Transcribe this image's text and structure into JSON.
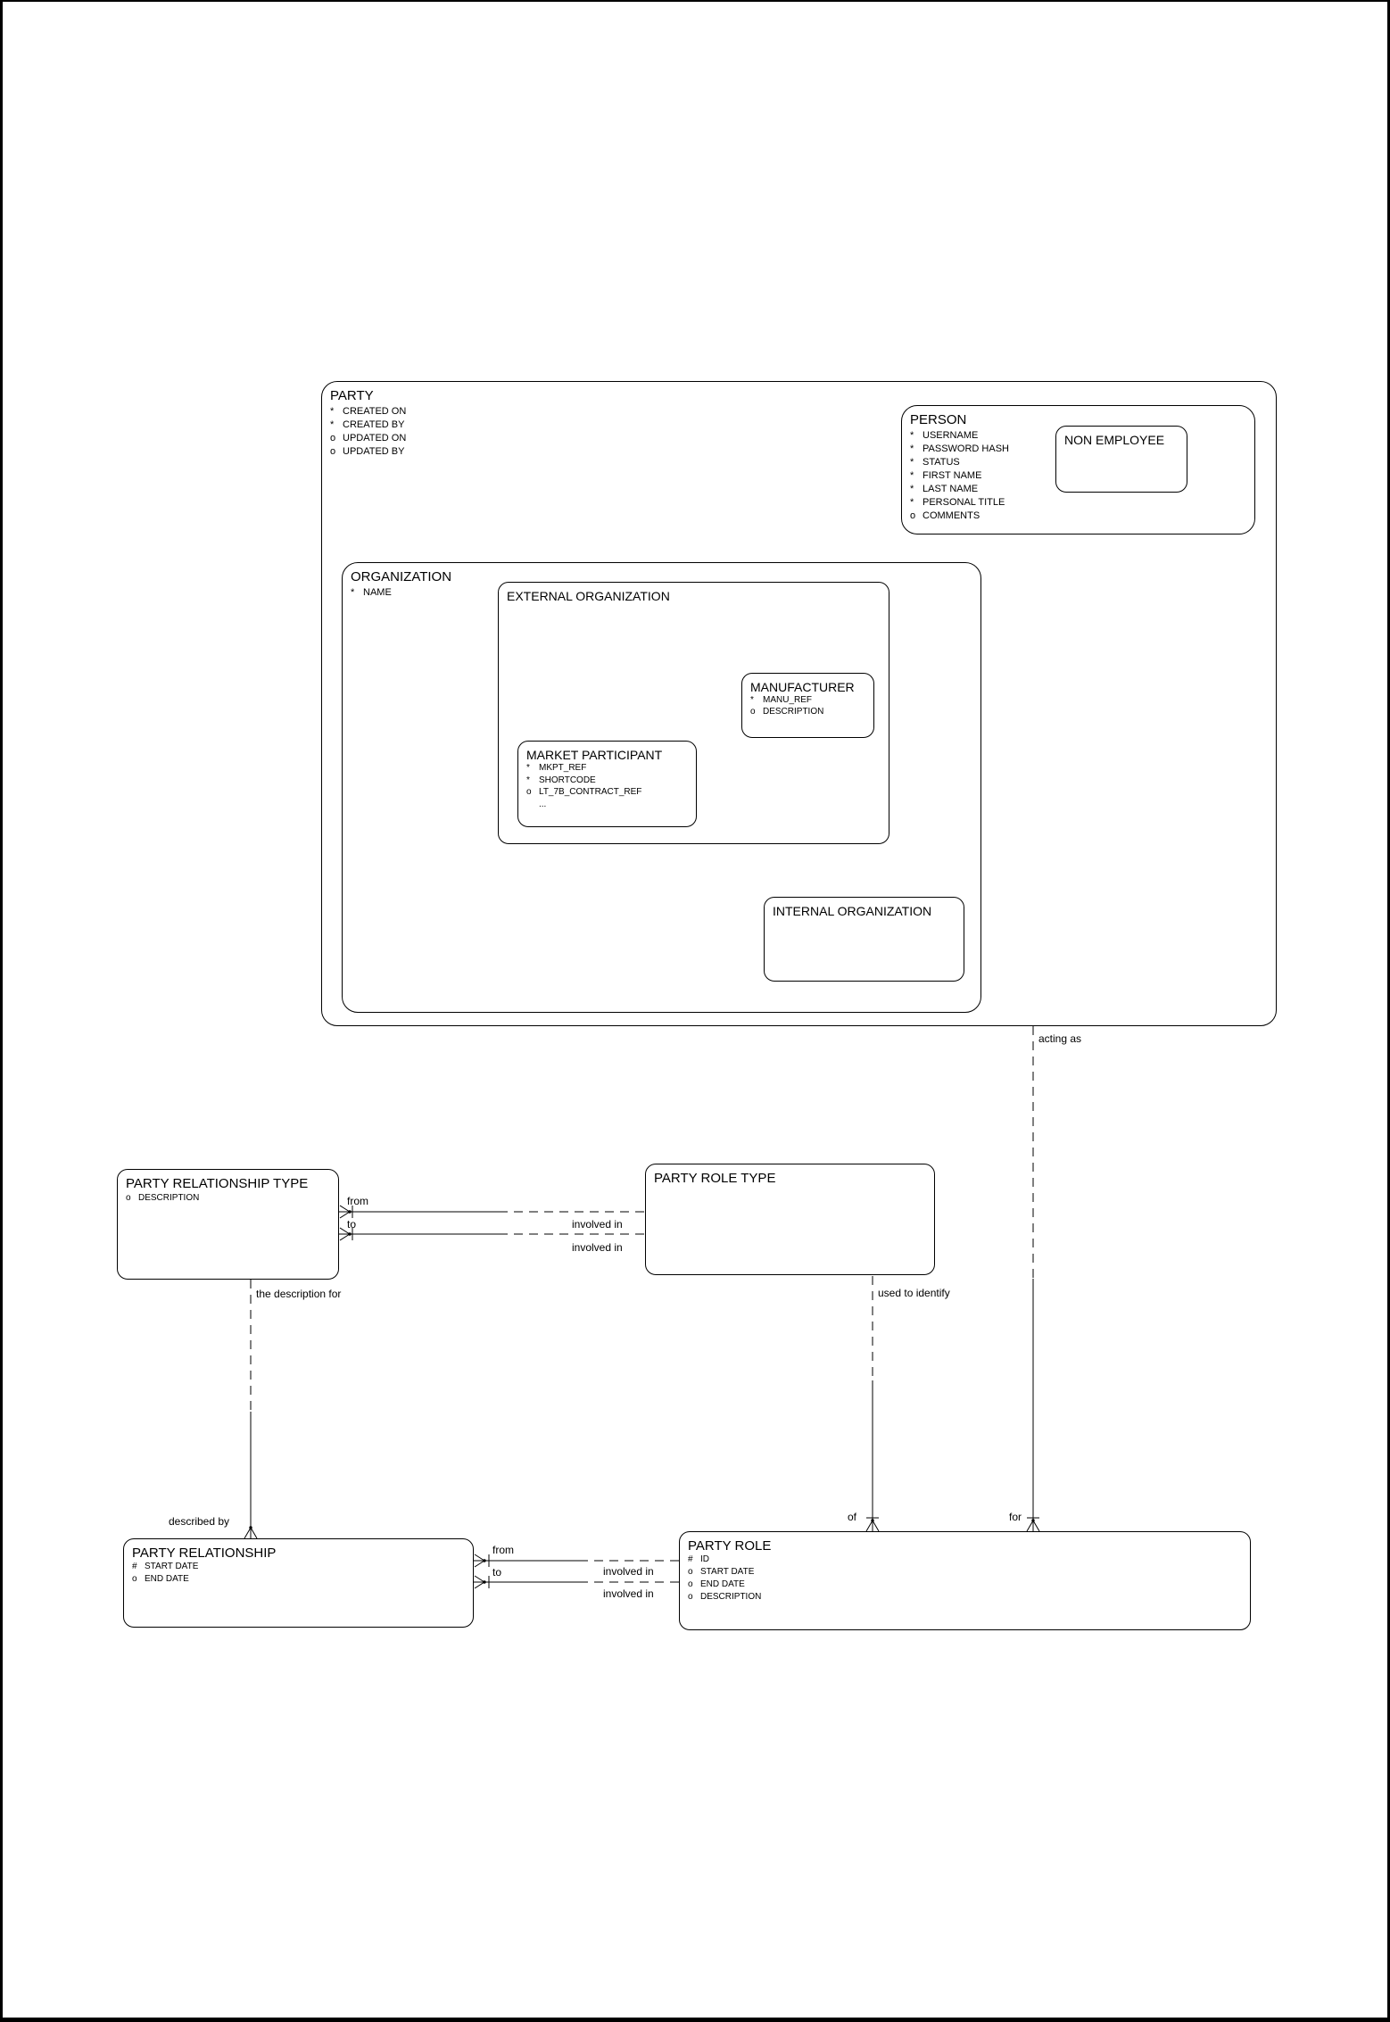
{
  "entities": {
    "party": {
      "title": "PARTY",
      "attributes": [
        {
          "m": "*",
          "n": "CREATED ON"
        },
        {
          "m": "*",
          "n": "CREATED BY"
        },
        {
          "m": "o",
          "n": "UPDATED ON"
        },
        {
          "m": "o",
          "n": "UPDATED BY"
        }
      ]
    },
    "person": {
      "title": "PERSON",
      "attributes": [
        {
          "m": "*",
          "n": "USERNAME"
        },
        {
          "m": "*",
          "n": "PASSWORD HASH"
        },
        {
          "m": "*",
          "n": "STATUS"
        },
        {
          "m": "*",
          "n": "FIRST NAME"
        },
        {
          "m": "*",
          "n": "LAST NAME"
        },
        {
          "m": "*",
          "n": "PERSONAL TITLE"
        },
        {
          "m": "o",
          "n": "COMMENTS"
        }
      ]
    },
    "non_employee": {
      "title": "NON EMPLOYEE"
    },
    "organization": {
      "title": "ORGANIZATION",
      "attributes": [
        {
          "m": "*",
          "n": "NAME"
        }
      ]
    },
    "external_organization": {
      "title": "EXTERNAL ORGANIZATION"
    },
    "manufacturer": {
      "title": "MANUFACTURER",
      "attributes": [
        {
          "m": "*",
          "n": "MANU_REF"
        },
        {
          "m": "o",
          "n": "DESCRIPTION"
        }
      ]
    },
    "market_participant": {
      "title": "MARKET PARTICIPANT",
      "attributes": [
        {
          "m": "*",
          "n": "MKPT_REF"
        },
        {
          "m": "*",
          "n": "SHORTCODE"
        },
        {
          "m": "o",
          "n": "LT_7B_CONTRACT_REF"
        },
        {
          "m": "",
          "n": "..."
        }
      ]
    },
    "internal_organization": {
      "title": "INTERNAL ORGANIZATION"
    },
    "party_relationship_type": {
      "title": "PARTY RELATIONSHIP TYPE",
      "attributes": [
        {
          "m": "o",
          "n": "DESCRIPTION"
        }
      ]
    },
    "party_role_type": {
      "title": "PARTY ROLE TYPE"
    },
    "party_relationship": {
      "title": "PARTY RELATIONSHIP",
      "attributes": [
        {
          "m": "#",
          "n": "START DATE"
        },
        {
          "m": "o",
          "n": "END DATE"
        }
      ]
    },
    "party_role": {
      "title": "PARTY ROLE",
      "attributes": [
        {
          "m": "#",
          "n": "ID"
        },
        {
          "m": "o",
          "n": "START DATE"
        },
        {
          "m": "o",
          "n": "END DATE"
        },
        {
          "m": "o",
          "n": "DESCRIPTION"
        }
      ]
    }
  },
  "relationship_labels": {
    "acting_as": "acting as",
    "for": "for",
    "used_to_identify": "used to identify",
    "of": "of",
    "the_description_for": "the description for",
    "described_by": "described by",
    "type_from": "from",
    "type_to": "to",
    "type_involved_in_1": "involved in",
    "type_involved_in_2": "involved in",
    "rel_from": "from",
    "rel_to": "to",
    "rel_involved_in_1": "involved in",
    "rel_involved_in_2": "involved in"
  }
}
